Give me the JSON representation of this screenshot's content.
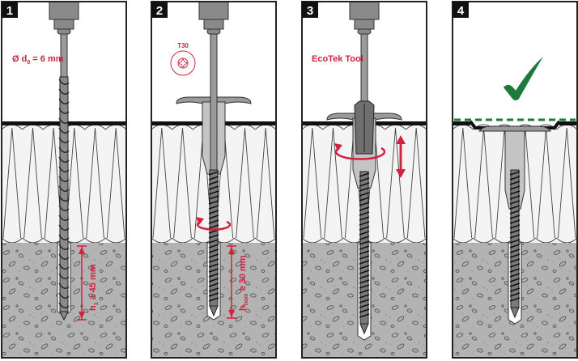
{
  "title": "Installation steps for insulation fastener into concrete",
  "colors": {
    "accent_red": "#d4213d",
    "check_green": "#1e7a3a",
    "concrete": "#b3b3b3",
    "insulation": "#f4f4f4",
    "metal": "#8c8c8c",
    "frame": "#222222"
  },
  "panels": [
    {
      "step": "1",
      "action": "drill",
      "label": "Ø d₀ = 6 mm",
      "label_main": "Ø d",
      "label_sub": "0",
      "label_rest": " = 6 mm",
      "depth_label": "h₁ ≥ 45 mm",
      "depth_main": "h",
      "depth_sub": "1",
      "depth_rest": " ≥ 45 mm"
    },
    {
      "step": "2",
      "action": "screw-in",
      "bit_label": "T30",
      "icon": "torx-t30-icon",
      "depth_main": "h",
      "depth_sub": "nom",
      "depth_rest": " ≥ 30 mm"
    },
    {
      "step": "3",
      "action": "set-with-tool",
      "label": "EcoTek Tool",
      "icons": [
        "rotate-arrow-icon",
        "vertical-double-arrow-icon"
      ]
    },
    {
      "step": "4",
      "action": "done",
      "icon": "checkmark-icon"
    }
  ]
}
